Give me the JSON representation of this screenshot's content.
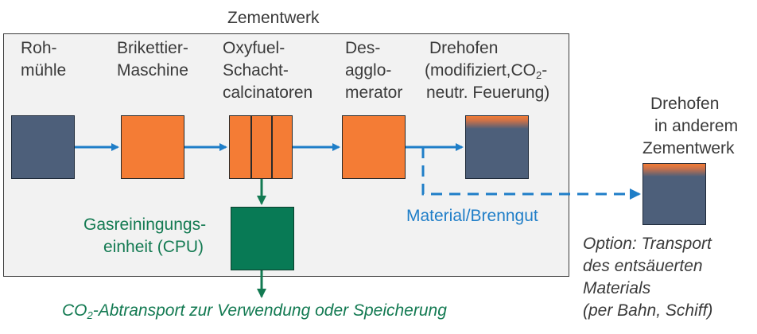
{
  "plant_title": "Zementwerk",
  "labels": {
    "rohmuehle": [
      "Roh-",
      "mühle"
    ],
    "brikettier": [
      "Brikettier-",
      "Maschine"
    ],
    "oxyfuel": [
      "Oxyfuel-",
      "Schacht-",
      "calcinatoren"
    ],
    "desagglo": [
      "Des-",
      "agglo-",
      "merator"
    ],
    "drehofen_main": "Drehofen",
    "drehofen_detail_prefix": "(modifiziert,CO",
    "drehofen_detail_sub": "2",
    "drehofen_detail_suffix": "-",
    "drehofen_detail_line2": "neutr. Feuerung)",
    "drehofen_other": [
      "Drehofen",
      "in anderem",
      "Zementwerk"
    ],
    "cpu": [
      "Gasreiningungs-",
      "einheit (CPU)"
    ],
    "material": "Material/Brenngut",
    "co2_prefix": "CO",
    "co2_sub": "2",
    "co2_suffix": "-Abtransport zur Verwendung oder Speicherung",
    "option": [
      "Option: Transport",
      "des entsäuerten",
      "Materials",
      "(per Bahn, Schiff)"
    ]
  },
  "colors": {
    "arrow_blue": "#1f7ec8",
    "arrow_green": "#137a52",
    "box_slate": "#4d5f7a",
    "box_orange": "#f47c35",
    "box_green": "#087a55"
  }
}
